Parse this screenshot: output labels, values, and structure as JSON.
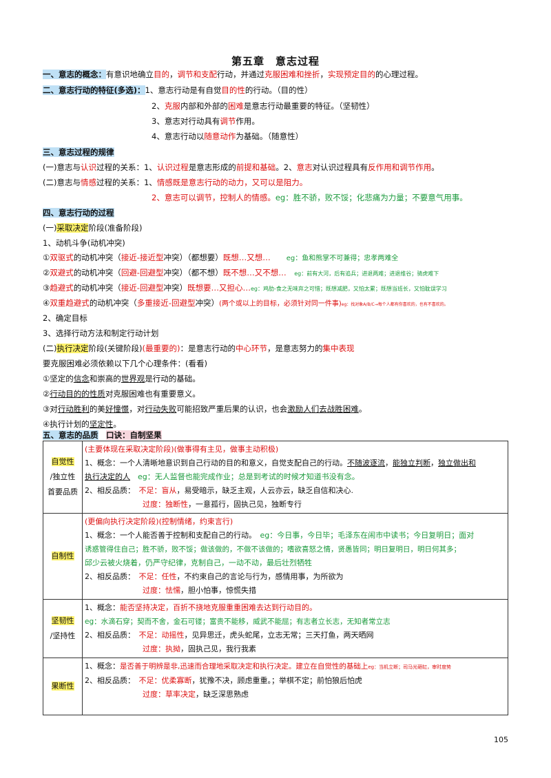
{
  "title": "第五章　意志过程",
  "page_number": "105",
  "s1": {
    "head": "一、意志的概念：",
    "t1": "有意识地确立",
    "r1": "目的",
    "t2": "，",
    "r2": "调节和支配",
    "t3": "行动，并通过",
    "r3": "克服困难和挫折",
    "t4": "，",
    "r4": "实现预定目的",
    "t5": "的心理过程。"
  },
  "s2": {
    "head": "二、意志行动的特征(多选)：",
    "l1a": "1、意志行动是有自觉",
    "l1r": "目的性",
    "l1b": "的行动。（目的性）",
    "l2a": "2、",
    "l2r": "克服",
    "l2b": "内部和外部的",
    "l2r2": "困难",
    "l2c": "是意志行动最重要的特征。（坚韧性）",
    "l3a": "3、意志对行动具有",
    "l3r": "调节",
    "l3b": "作用。",
    "l4a": "4、意志行动以",
    "l4r": "随意动作",
    "l4b": "为基础。（随意性）"
  },
  "s3": {
    "head": "三、意志过程的规律",
    "a1": "(一)意志与",
    "a1r": "认识",
    "a1b": "过程的关系：1、",
    "a1r2": "认识过程",
    "a1c": "是意志形成的",
    "a1r3": "前提和基础",
    "a1d": "。2、",
    "a1r4": "意志",
    "a1e": "对认识过程具有",
    "a1r5": "反作用和调节作用",
    "a1f": "。",
    "b1": "(二)意志与",
    "b1r": "情感",
    "b1b": "过程的关系：1、",
    "b1r2": "情感既是意志行动的动力，又可以是阻力。",
    "b2r": "2、意志可以调节，控制人的情感。",
    "b2g": "eg：胜不骄，败不馁；化悲痛为力量；不要意气用事。"
  },
  "s4": {
    "head": "四、意志行动的过程",
    "p1a": "(一)",
    "p1h": "采取决定",
    "p1b": "阶段(准备阶段)",
    "m1": "1、动机斗争(动机冲突)",
    "c1a": "①",
    "c1r": "双驱式",
    "c1b": "的动机冲突（",
    "c1r2": "接近-接近型",
    "c1c": "冲突）（都想要）",
    "c1r3": "既想…又想…",
    "c1g": "eg：鱼和熊掌不可兼得；忠孝两难全",
    "c2a": "②",
    "c2r": "双避式",
    "c2b": "的动机冲突（",
    "c2r2": "回避-回避型",
    "c2c": "冲突）（都不想）",
    "c2r3": "既不想…又不想…",
    "c2g": "eg：前有大河，后有追兵；进退两难；进退维谷；骑虎难下",
    "c3a": "③",
    "c3r": "趋避式",
    "c3b": "的动机冲突（",
    "c3r2": "接近-回避型",
    "c3c": "冲突）",
    "c3r3": "既想要…又担心…",
    "c3g": "eg：鸡肋-食之无味弃之可惜；既想减肥，又怕太累；既想当班长，又怕耽误学习",
    "c4a": "④",
    "c4r": "双重趋避式",
    "c4b": "的动机冲突（",
    "c4r2": "多重接近-回避型",
    "c4c": "冲突）",
    "c4r3": "(两个或以上的目标，必须针对同一件事)",
    "c4g": "eg：找对象A/B/C→每个人都有你喜欢的，也有不喜欢的。",
    "m2": "2、确定目标",
    "m3": "3、选择行动方法和制定行动计划",
    "p2a": "(二)",
    "p2h": "执行决定",
    "p2b": "阶段(关键阶段)",
    "p2r": "(最重要的)",
    "p2c": "：是意志行动的",
    "p2r2": "中心环节",
    "p2d": "，是意志努力的",
    "p2r3": "集中表现",
    "k0": "要克服困难必须依赖以下几个心理条件：(看看)",
    "k1a": "①坚定的",
    "k1u": "信念",
    "k1b": "和崇高的",
    "k1u2": "世界观",
    "k1c": "是行动的基础。",
    "k2a": "②",
    "k2u": "行动目的的性质",
    "k2b": "对克服困难也有重要意义。",
    "k3a": "③对",
    "k3u": "行动胜利",
    "k3b": "的美",
    "k3u2": "好憧憬",
    "k3c": "，对",
    "k3u3": "行动失败",
    "k3d": "可能招致严重后果的认识，也会",
    "k3u4": "激励人们去战胜困难",
    "k3e": "。",
    "k4a": "④执行计划的",
    "k4u": "坚定性",
    "k4b": "。"
  },
  "s5": {
    "head": "五、意志的品质",
    "tip_label": "口诀：",
    "tip": "自制坚果"
  },
  "table": {
    "r1": {
      "lab1": "自觉性",
      "lab2": "/独立性",
      "lab3": "首要品质",
      "note": "(主要体现在采取决定阶段)(做事得有主见，做事主动积极)",
      "c1a": "1、概念：一个人清晰地意识到自己行动的目的和意义，自觉支配自己的行动。",
      "c1u": "不随波逐流",
      "c1b": "，",
      "c1u2": "能独立判断",
      "c1c": "，",
      "c1u3": "独立做出和",
      "c1d": "执行决定的人",
      "c1g": "eg：无人监督也能完成作业；总是到考试的时候才知道书没有念。",
      "c2a": "2、相反品质：",
      "c2r": "不足：盲从",
      "c2b": "，易受暗示，缺乏主观，人云亦云，缺乏自信和决心.",
      "c3r": "过度：独断性",
      "c3b": "，一意孤行，固执己见，独断专行"
    },
    "r2": {
      "lab": "自制性",
      "note": "(更偏向执行决定阶段)(控制情绪，约束言行)",
      "c1a": "1、概念：一个人能否善于控制和支配自己的行动。",
      "c1g": "eg：今日事，今日毕；毛泽东在闹市中读书；今日复明日；面对",
      "c1g2": "诱惑管得住自己；胜不骄，败不馁；做该做的，不做不该做的；嗜欲喜怒之情，贤愚皆同；明日复明日，明日何其多；",
      "c1g3": "邱少云被火烧着，仍严守纪律，克制自己，一动不动，最后壮烈牺牲",
      "c2a": "2、相反品质：",
      "c2r": "不足：任性",
      "c2b": "，不约束自己的言论与行为，感情用事，为所欲为",
      "c3r": "过度：怯懦",
      "c3b": "，胆小怕事，惊慌失措"
    },
    "r3": {
      "lab1": "坚韧性",
      "lab2": "/坚持性",
      "c1a": "1、概念：",
      "c1r": "能否坚持决定，百折不挠地克服重重困难去达到行动目的。",
      "c1g": "eg：水滴石穿；契而不舍，金石可镂；富贵不能移，威武不能屈；有志者立长志，无知者常立志",
      "c2a": "2、相反品质：",
      "c2r": "不足：动摇性",
      "c2b": "，见异思迁，虎头蛇尾，立志无常；三天打鱼，两天晒网",
      "c3r": "过度：执拗",
      "c3b": "，固执己见，我行我素"
    },
    "r4": {
      "lab": "果断性",
      "c1a": "1、概念：",
      "c1r": "是否善于明辨是非,迅速而合理地采取决定和执行决定。建立在自觉性的基础上",
      "c1g": "eg：当机立断；司马光砸缸，审时度势",
      "c2a": "2、相反品质：",
      "c2r": "不足：优柔寡断",
      "c2b": "，犹豫不决，顾虑重重。；举棋不定；前怕狼后怕虎",
      "c3r": "过度：草率决定",
      "c3b": "，缺乏深思熟虑"
    }
  }
}
